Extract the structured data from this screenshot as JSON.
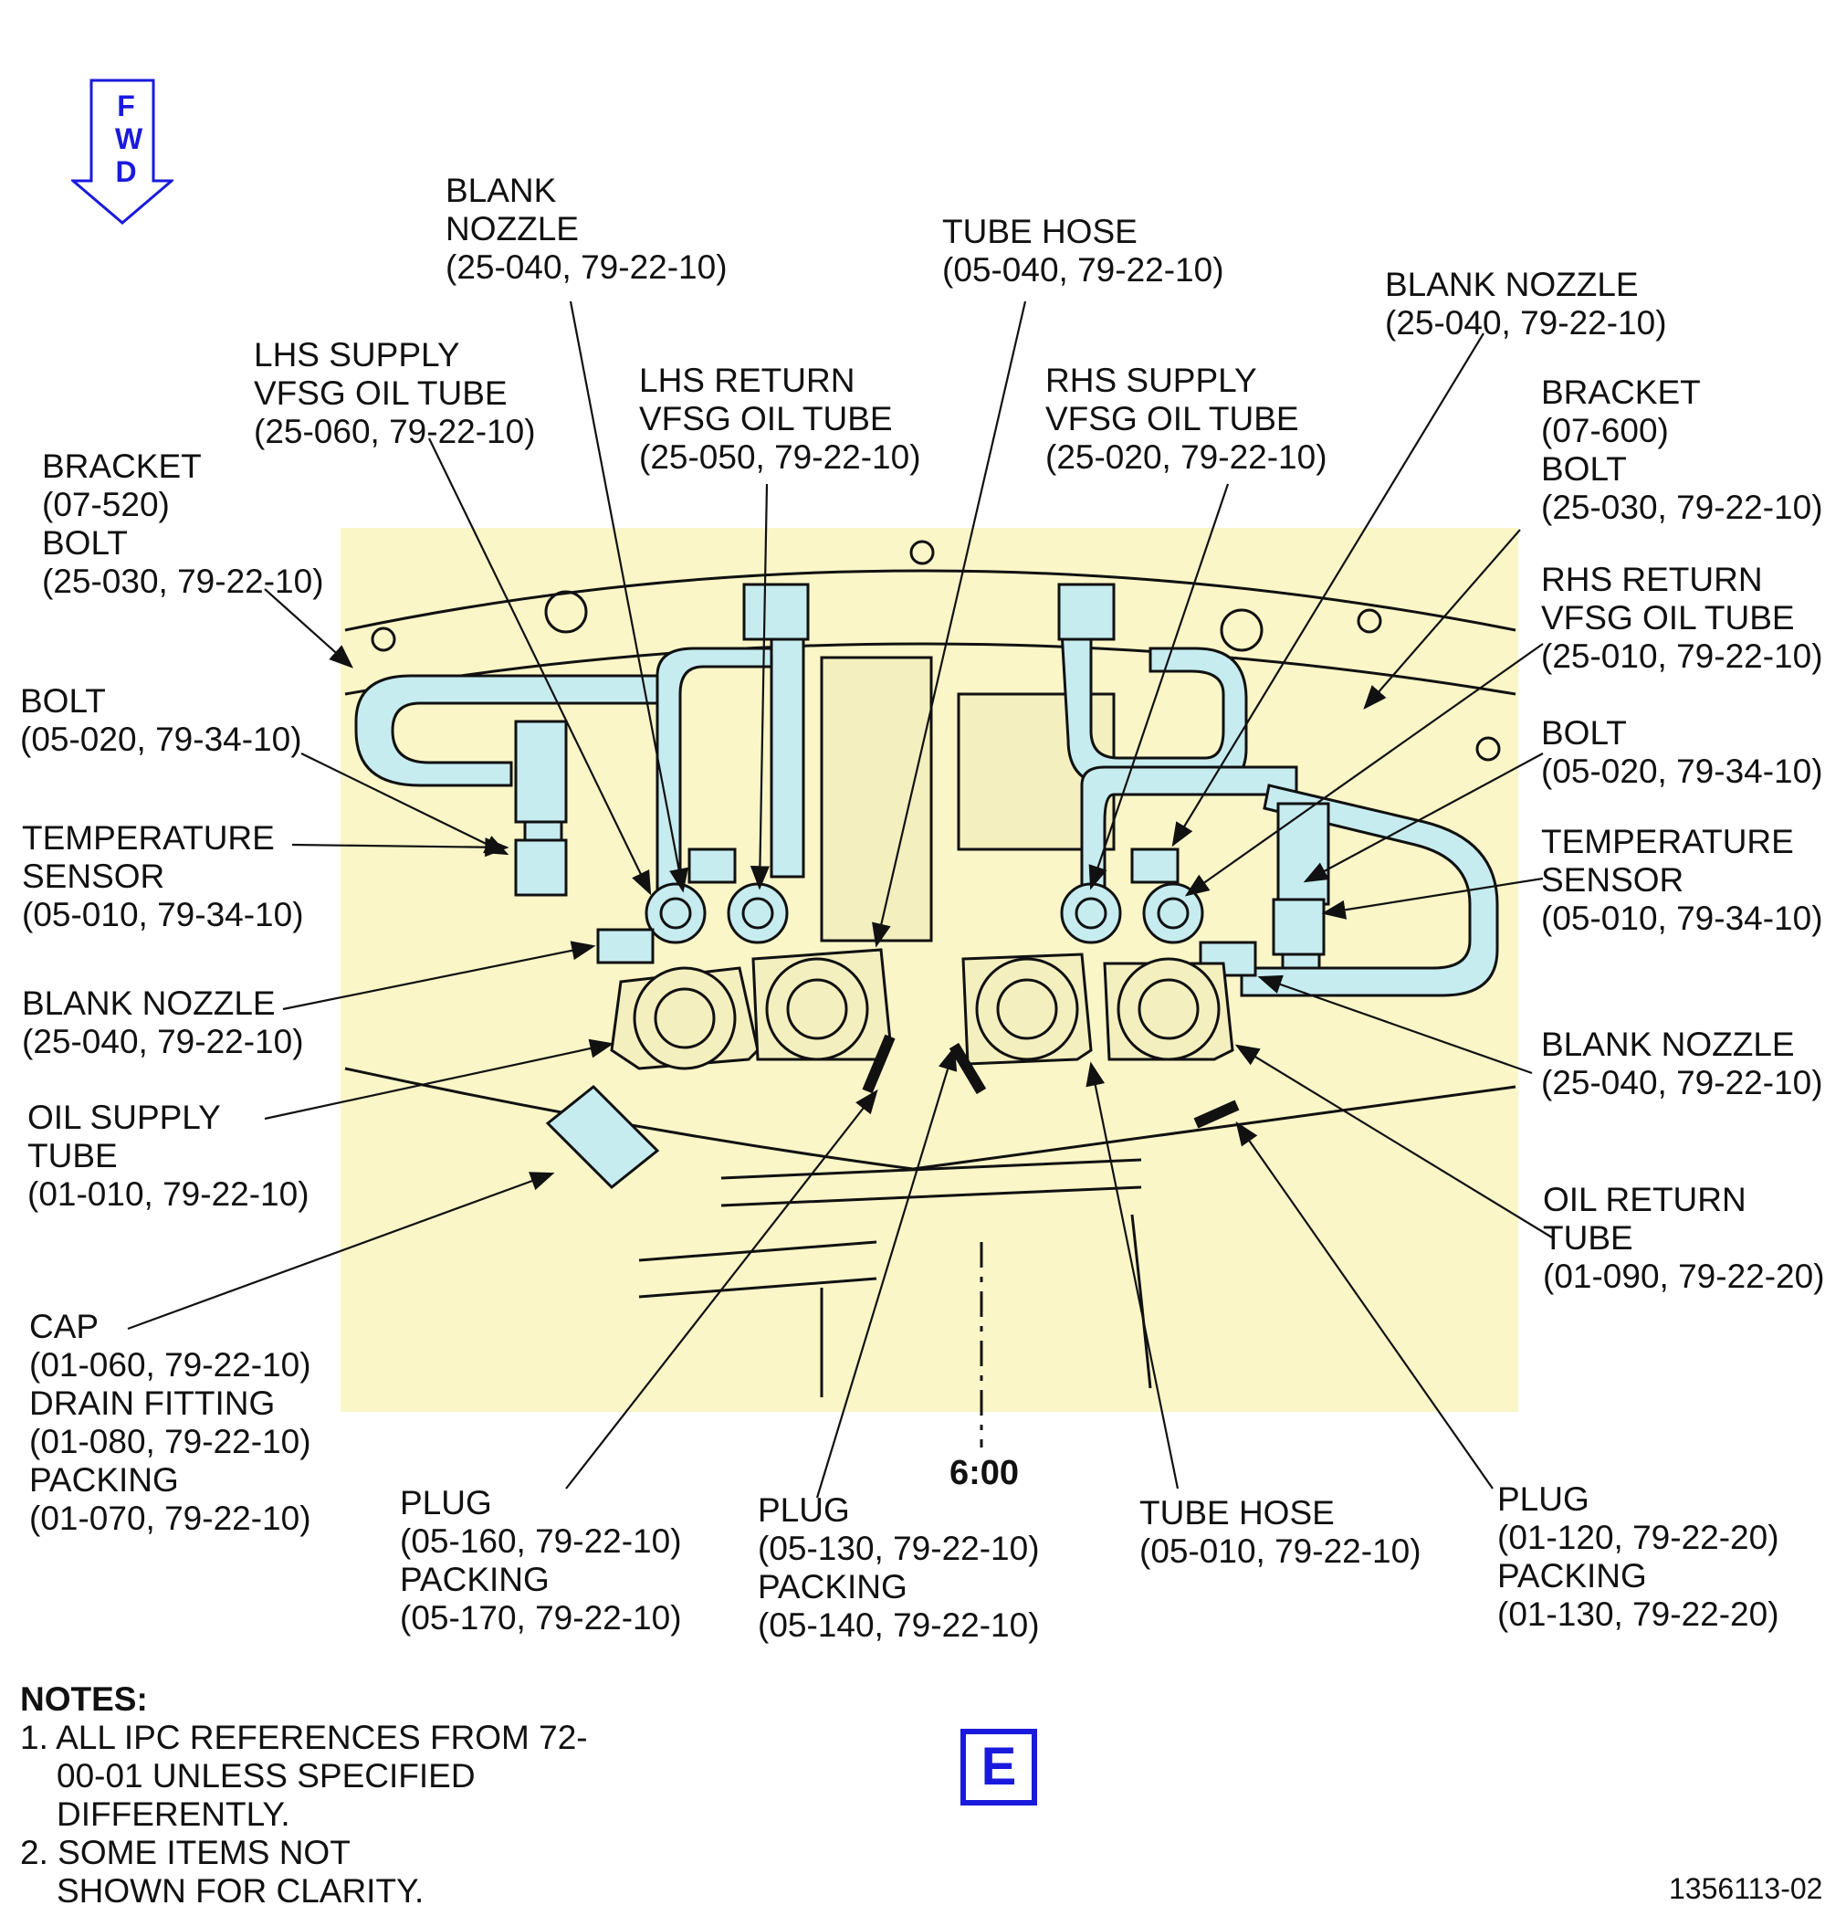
{
  "forward_indicator": {
    "letters": [
      "F",
      "W",
      "D"
    ],
    "color": "#1a1adc"
  },
  "colors": {
    "background_panel": "#faf6c8",
    "tubes": "#c6ecf0",
    "line": "#111111",
    "view_letter": "#1a1adc"
  },
  "callouts": {
    "blank_nozzle_top_left": [
      "BLANK",
      "NOZZLE",
      "(25-040, 79-22-10)"
    ],
    "lhs_supply": [
      "LHS SUPPLY",
      "VFSG OIL TUBE",
      "(25-060, 79-22-10)"
    ],
    "lhs_return": [
      "LHS RETURN",
      "VFSG OIL TUBE",
      "(25-050, 79-22-10)"
    ],
    "tube_hose_top": [
      "TUBE HOSE",
      "(05-040, 79-22-10)"
    ],
    "rhs_supply": [
      "RHS SUPPLY",
      "VFSG OIL TUBE",
      "(25-020, 79-22-10)"
    ],
    "blank_nozzle_top_right": [
      "BLANK NOZZLE",
      "(25-040, 79-22-10)"
    ],
    "bracket_bolt_right": [
      "BRACKET",
      "(07-600)",
      "BOLT",
      "(25-030, 79-22-10)"
    ],
    "bracket_bolt_left": [
      "BRACKET",
      "(07-520)",
      "BOLT",
      "(25-030, 79-22-10)"
    ],
    "rhs_return": [
      "RHS RETURN",
      "VFSG OIL TUBE",
      "(25-010, 79-22-10)"
    ],
    "bolt_left": [
      "BOLT",
      "(05-020, 79-34-10)"
    ],
    "bolt_right": [
      "BOLT",
      "(05-020, 79-34-10)"
    ],
    "temp_sensor_left": [
      "TEMPERATURE",
      "SENSOR",
      "(05-010, 79-34-10)"
    ],
    "temp_sensor_right": [
      "TEMPERATURE",
      "SENSOR",
      "(05-010, 79-34-10)"
    ],
    "blank_nozzle_left": [
      "BLANK NOZZLE",
      "(25-040, 79-22-10)"
    ],
    "blank_nozzle_right": [
      "BLANK NOZZLE",
      "(25-040, 79-22-10)"
    ],
    "oil_supply_tube": [
      "OIL SUPPLY",
      "TUBE",
      "(01-010, 79-22-10)"
    ],
    "oil_return_tube": [
      "OIL RETURN",
      "TUBE",
      "(01-090, 79-22-20)"
    ],
    "cap_drain_packing": [
      "CAP",
      "(01-060, 79-22-10)",
      "DRAIN FITTING",
      "(01-080, 79-22-10)",
      "PACKING",
      "(01-070, 79-22-10)"
    ],
    "plug_05_160": [
      "PLUG",
      "(05-160, 79-22-10)",
      "PACKING",
      "(05-170, 79-22-10)"
    ],
    "plug_05_130": [
      "PLUG",
      "(05-130, 79-22-10)",
      "PACKING",
      "(05-140, 79-22-10)"
    ],
    "tube_hose_bottom": [
      "TUBE HOSE",
      "(05-010, 79-22-10)"
    ],
    "plug_01_120": [
      "PLUG",
      "(01-120, 79-22-20)",
      "PACKING",
      "(01-130, 79-22-20)"
    ]
  },
  "clock_position": "6:00",
  "notes": {
    "title": "NOTES:",
    "items": [
      "1. ALL IPC REFERENCES FROM 72-00-01 UNLESS SPECIFIED DIFFERENTLY.",
      "2. SOME ITEMS NOT SHOWN FOR CLARITY."
    ]
  },
  "view_letter": "E",
  "figure_number": "1356113-02"
}
